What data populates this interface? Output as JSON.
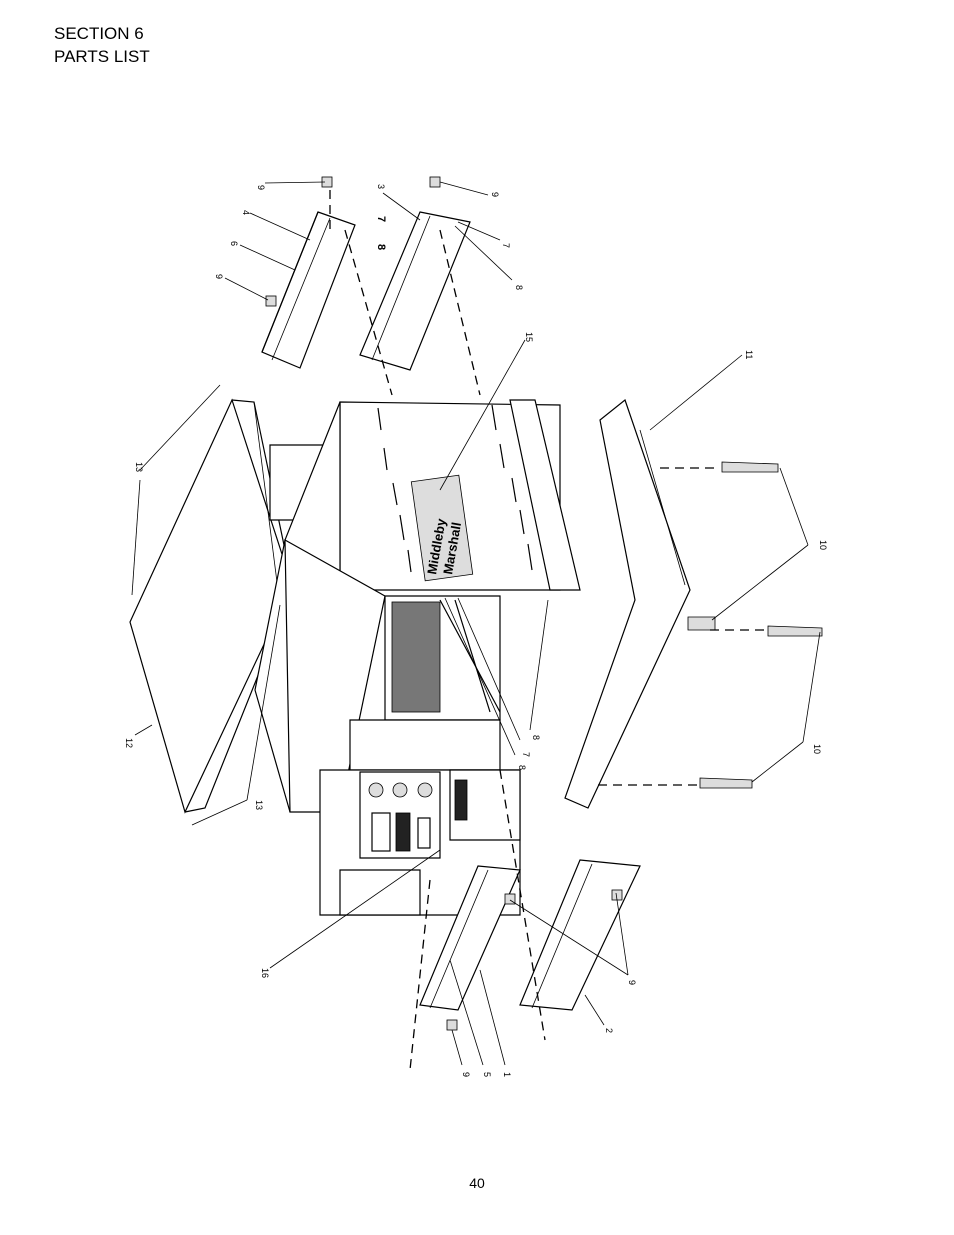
{
  "header": {
    "section": "SECTION 6",
    "title": "PARTS LIST"
  },
  "diagram": {
    "logo_text": [
      "Middleby",
      "Marshall"
    ],
    "callouts": {
      "c9a": "9",
      "c4": "4",
      "c6": "6",
      "c9b": "9",
      "c7a": "7",
      "c8a": "8",
      "c3": "3",
      "c9c": "9",
      "c7b": "7",
      "c8b": "8",
      "c15": "15",
      "c11": "11",
      "c13a": "13",
      "c10a": "10",
      "c10b": "10",
      "c12": "12",
      "c13b": "13",
      "c8c": "8",
      "c7c": "7",
      "c8d": "8",
      "c16": "16",
      "c9d": "9",
      "c5": "5",
      "c1": "1",
      "c2": "2",
      "c9e": "9"
    }
  },
  "footer": {
    "page_number": "40"
  }
}
